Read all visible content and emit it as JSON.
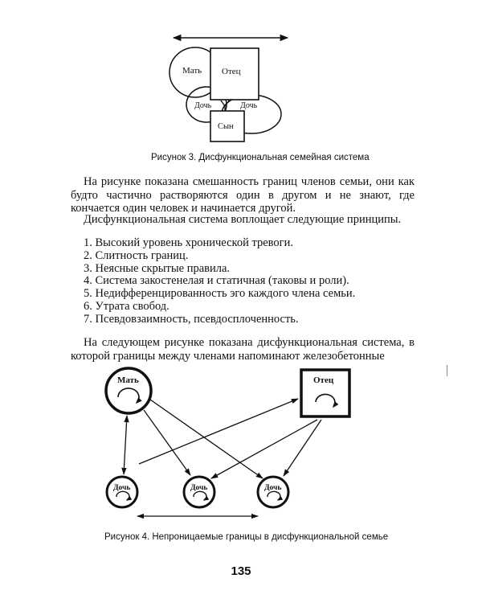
{
  "figure1": {
    "caption": "Рисунок 3. Дисфункциональная семейная система",
    "labels": {
      "mother": "Мать",
      "father": "Отец",
      "daughter_left": "Дочь",
      "daughter_right": "Дочь",
      "son": "Сын"
    }
  },
  "paragraph1": "На рисунке показана смешанность границ членов семьи, они как будто частично растворяются один в другом и не знают, где кончается один человек и начинается другой.",
  "paragraph2": "Дисфункциональная система воплощает следующие принципы.",
  "principles": [
    "1. Высокий уровень хронической тревоги.",
    "2. Слитность границ.",
    "3. Неясные скрытые правила.",
    "4. Система закостенелая и статичная (таковы и роли).",
    "5. Недифференцированность эго каждого члена семьи.",
    "6. Утрата свобод.",
    "7. Псевдовзаимность, псевдосплоченность."
  ],
  "paragraph3": "На следующем рисунке показана дисфункциональная система, в которой границы между членами напоминают железобетонные",
  "figure2": {
    "caption": "Рисунок 4. Непроницаемые границы в дисфункциональной семье",
    "labels": {
      "mother": "Мать",
      "father": "Отец",
      "daughter1": "Дочь",
      "daughter2": "Дочь",
      "daughter3": "Дочь"
    }
  },
  "page_number": "135"
}
